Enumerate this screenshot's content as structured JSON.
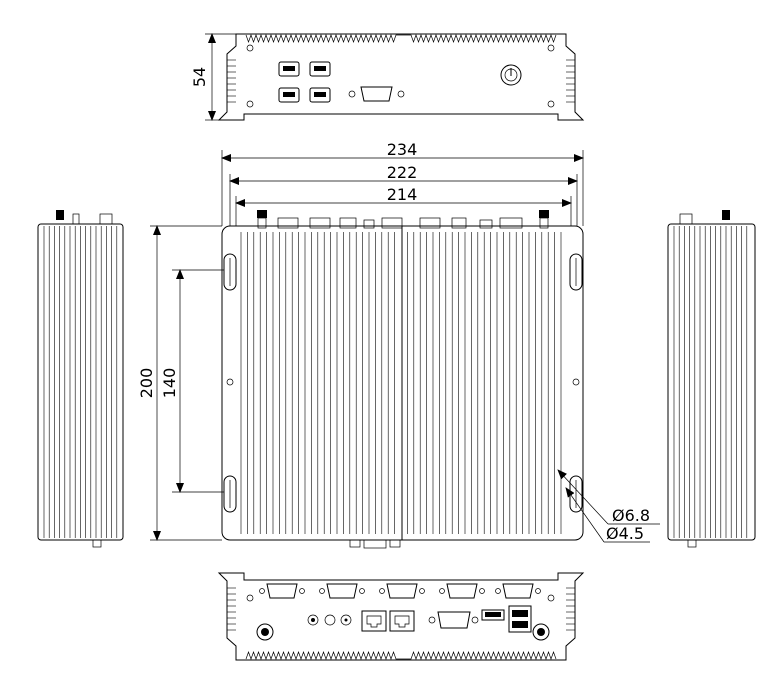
{
  "drawing": {
    "dimensions": {
      "height_front": "54",
      "width_overall": "234",
      "width_mount_outer": "222",
      "width_mount_inner": "214",
      "depth_overall": "200",
      "depth_mount": "140",
      "hole_large": "Ø6.8",
      "hole_small": "Ø4.5"
    },
    "views": [
      "front-view",
      "top-view",
      "left-side-view",
      "right-side-view",
      "rear-view"
    ]
  }
}
